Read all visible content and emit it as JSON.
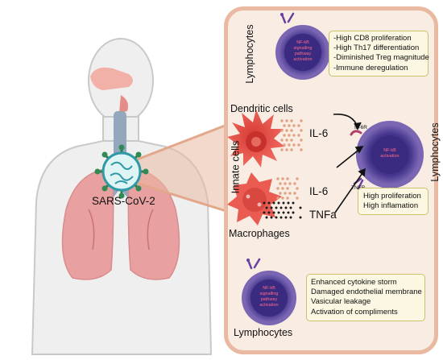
{
  "labels": {
    "virus": "SARS-CoV-2",
    "innate_cells": "Innate cells",
    "dendritic_cells": "Dendritic cells",
    "macrophages": "Macrophages",
    "il6_top": "IL-6",
    "il6_bottom": "IL-6",
    "tnfa": "TNFa",
    "lymphocytes_top": "Lymphocytes",
    "lymphocytes_mid": "Lymphocytes",
    "lymphocytes_bottom": "Lymphocytes",
    "il6r": "IL-6R",
    "tnfr": "TNFR"
  },
  "cells": {
    "top_cell_text": "NF-kB signalling pathway activation",
    "mid_cell_text": "NF-kB activation",
    "bottom_cell_text": "NF-kB signalling pathway activation"
  },
  "boxes": {
    "top": [
      "-High CD8 proliferation",
      "-High Th17 differentiation",
      "-Diminished Treg magnitude",
      "-Immune deregulation"
    ],
    "middle": [
      "High proliferation",
      "High inflamation"
    ],
    "bottom": [
      "Enhanced cytokine storm",
      "Damaged endothelial membrane",
      "Vasicular leakage",
      "Activation of compliments"
    ]
  },
  "colors": {
    "panel_border": "#e9b9a2",
    "panel_fill": "#f8ece3",
    "box_fill": "#fbf7e2",
    "box_border": "#c8c36a",
    "lymphocyte_outer": "#6f5aa6",
    "lymphocyte_inner": "#3f2f86",
    "dendritic": "#e8473f",
    "virus": "#2f9aa6",
    "lungs": "#e8a0a0"
  }
}
